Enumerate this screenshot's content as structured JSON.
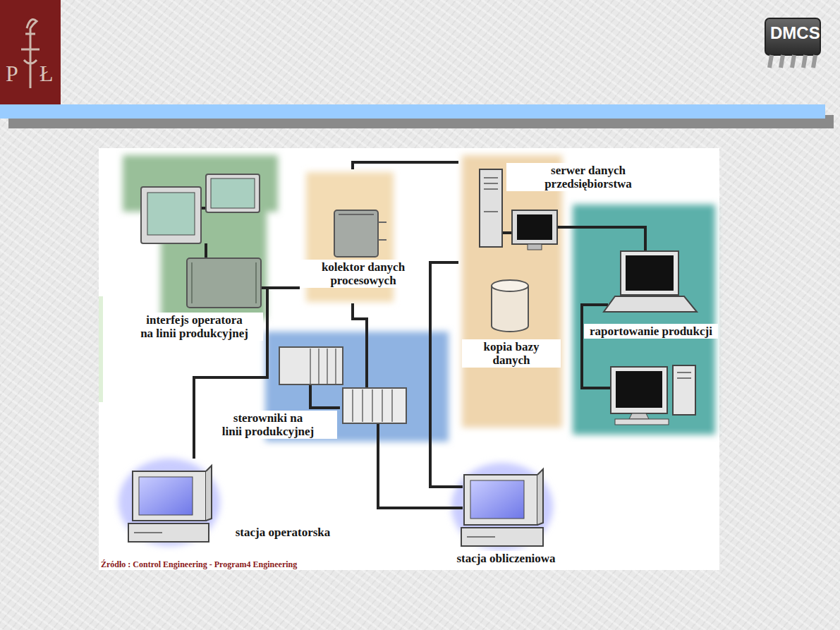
{
  "diagram": {
    "nodes": [
      {
        "text": [
          "interfejs operatora na linii produkcyjnej"
        ]
      },
      {
        "text": [
          "kolektor danych procesowych"
        ]
      },
      {
        "text": [
          "serwer danych przedsiębiorstwa",
          "kopia bazy danych"
        ]
      },
      {
        "text": [
          "raportowanie produkcji"
        ]
      },
      {
        "text": [
          "sterowniki na linii produkcyjnej"
        ]
      },
      {
        "text": [
          "stacja operatorska"
        ]
      },
      {
        "text": [
          "stacja obliczeniowa"
        ]
      }
    ],
    "edges": [
      {
        "from": 0,
        "to": 1,
        "arrow": "none"
      },
      {
        "from": 1,
        "to": 2,
        "arrow": "none"
      },
      {
        "from": 1,
        "to": 4,
        "arrow": "none"
      },
      {
        "from": 5,
        "to": 1,
        "arrow": "none"
      },
      {
        "from": 4,
        "to": 6,
        "arrow": "none"
      },
      {
        "from": 2,
        "to": 6,
        "arrow": "none"
      },
      {
        "from": 2,
        "to": 3,
        "arrow": "none"
      }
    ],
    "labels": [
      "Źródło : Control Engineering - Program4 Engineering",
      "P",
      "Ł",
      "DMCS"
    ]
  }
}
